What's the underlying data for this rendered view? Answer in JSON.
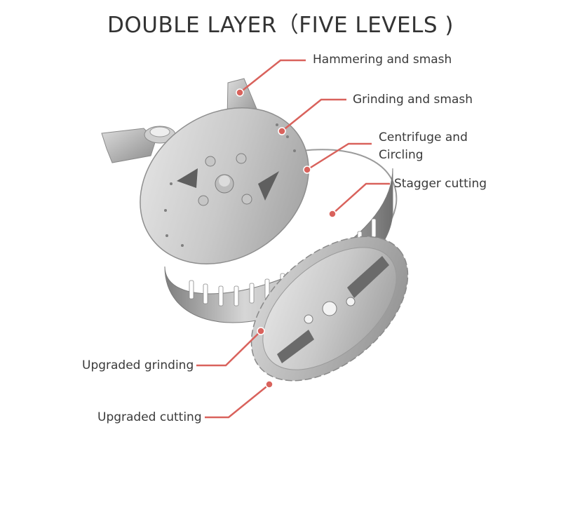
{
  "title": "DOUBLE LAYER（FIVE LEVELS )",
  "accent_color": "#d9625c",
  "callouts": [
    {
      "text": "Hammering and smash"
    },
    {
      "text": "Grinding and smash"
    },
    {
      "text": "Centrifuge and\nCircling"
    },
    {
      "text": "Stagger cutting"
    },
    {
      "text": "Upgraded grinding"
    },
    {
      "text": "Upgraded cutting"
    }
  ]
}
